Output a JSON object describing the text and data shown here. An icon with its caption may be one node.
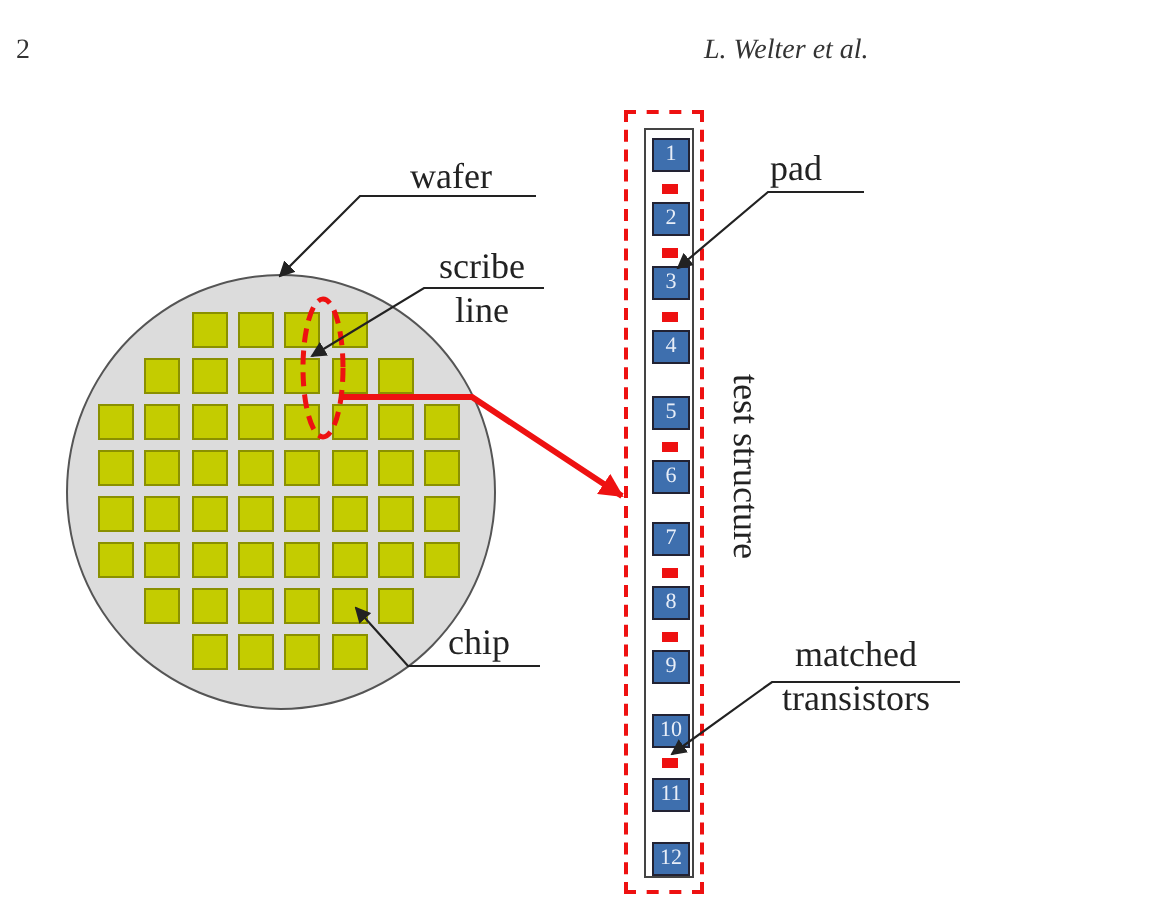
{
  "diagram": {
    "nodes": [
      {
        "text": [
          "wafer"
        ]
      },
      {
        "text": [],
        "shape": "circle"
      },
      {
        "text": [
          "scribe line"
        ]
      },
      {
        "text": [],
        "shape": "ellipse",
        "in": 1
      },
      {
        "text": [
          "chip"
        ]
      },
      {
        "text": [],
        "shape": "box",
        "in": 1
      },
      {
        "text": [],
        "shape": "box",
        "in": 1
      },
      {
        "text": [],
        "shape": "box",
        "in": 1
      },
      {
        "text": [],
        "shape": "box",
        "in": 1
      },
      {
        "text": [],
        "shape": "box",
        "in": 1
      },
      {
        "text": [],
        "shape": "box",
        "in": 1
      },
      {
        "text": [],
        "shape": "box",
        "in": 1
      },
      {
        "text": [],
        "shape": "box",
        "in": 1
      },
      {
        "text": [],
        "shape": "box",
        "in": 1
      },
      {
        "text": [],
        "shape": "box",
        "in": 1
      },
      {
        "text": [],
        "shape": "box",
        "in": 1
      },
      {
        "text": [],
        "shape": "box",
        "in": 1
      },
      {
        "text": [],
        "shape": "box",
        "in": 1
      },
      {
        "text": [],
        "shape": "box",
        "in": 1
      },
      {
        "text": [],
        "shape": "box",
        "in": 1
      },
      {
        "text": [],
        "shape": "box",
        "in": 1
      },
      {
        "text": [],
        "shape": "box",
        "in": 1
      },
      {
        "text": [],
        "shape": "box",
        "in": 1
      },
      {
        "text": [],
        "shape": "box",
        "in": 1
      },
      {
        "text": [],
        "shape": "box",
        "in": 1
      },
      {
        "text": [],
        "shape": "box",
        "in": 1
      },
      {
        "text": [],
        "shape": "box",
        "in": 1
      },
      {
        "text": [],
        "shape": "box",
        "in": 1
      },
      {
        "text": [],
        "shape": "box",
        "in": 1
      },
      {
        "text": [],
        "shape": "box",
        "in": 1
      },
      {
        "text": [],
        "shape": "box",
        "in": 1
      },
      {
        "text": [],
        "shape": "box",
        "in": 1
      },
      {
        "text": [],
        "shape": "box",
        "in": 1
      },
      {
        "text": [],
        "shape": "box",
        "in": 1
      },
      {
        "text": [],
        "shape": "box",
        "in": 1
      },
      {
        "text": [],
        "shape": "box",
        "in": 1
      },
      {
        "text": [],
        "shape": "box",
        "in": 1
      },
      {
        "text": [],
        "shape": "box",
        "in": 1
      },
      {
        "text": [],
        "shape": "box",
        "in": 1
      },
      {
        "text": [],
        "shape": "box",
        "in": 1
      },
      {
        "text": [],
        "shape": "box",
        "in": 1
      },
      {
        "text": [],
        "shape": "box",
        "in": 1
      },
      {
        "text": [],
        "shape": "box",
        "in": 1
      },
      {
        "text": [],
        "shape": "box",
        "in": 1
      },
      {
        "text": [],
        "shape": "box",
        "in": 1
      },
      {
        "text": [],
        "shape": "box",
        "in": 1
      },
      {
        "text": [],
        "shape": "box",
        "in": 1
      },
      {
        "text": [],
        "shape": "box",
        "in": 1
      },
      {
        "text": [],
        "shape": "box",
        "in": 1
      },
      {
        "text": [],
        "shape": "box",
        "in": 1
      },
      {
        "text": [],
        "shape": "box",
        "in": 1
      },
      {
        "text": [],
        "shape": "box",
        "in": 1
      },
      {
        "text": [],
        "shape": "box",
        "in": 1
      },
      {
        "text": [],
        "shape": "box",
        "in": 1
      },
      {
        "text": [],
        "shape": "box",
        "in": 1
      },
      {
        "text": [],
        "shape": "box",
        "in": 1
      },
      {
        "text": [],
        "shape": "box",
        "in": 1
      },
      {
        "text": [
          "test structure"
        ]
      },
      {
        "text": [],
        "shape": "box",
        "in": 57
      },
      {
        "text": [
          "1"
        ],
        "in": 58
      },
      {
        "text": [
          "2"
        ],
        "in": 58
      },
      {
        "text": [
          "3"
        ],
        "in": 58
      },
      {
        "text": [
          "4"
        ],
        "in": 58
      },
      {
        "text": [
          "5"
        ],
        "in": 58
      },
      {
        "text": [
          "6"
        ],
        "in": 58
      },
      {
        "text": [
          "7"
        ],
        "in": 58
      },
      {
        "text": [
          "8"
        ],
        "in": 58
      },
      {
        "text": [
          "9"
        ],
        "in": 58
      },
      {
        "text": [
          "10"
        ],
        "in": 58
      },
      {
        "text": [
          "11"
        ],
        "in": 58
      },
      {
        "text": [
          "12"
        ],
        "in": 58
      },
      {
        "text": [
          "pad"
        ]
      },
      {
        "text": [
          "matched transistors"
        ]
      },
      {
        "text": [],
        "shape": "bar",
        "in": 58
      }
    ],
    "edges": [
      {
        "from": 0,
        "to": 1,
        "arrow": "to"
      },
      {
        "from": 2,
        "to": 3,
        "arrow": "to"
      },
      {
        "from": 4,
        "to": 51,
        "arrow": "to"
      },
      {
        "from": 3,
        "to": 57,
        "arrow": "to",
        "style": "thick",
        "color": "#ee1111"
      },
      {
        "from": 71,
        "to": 61,
        "arrow": "to"
      },
      {
        "from": 72,
        "to": 73,
        "arrow": "to"
      }
    ],
    "labels": [
      "2",
      "L. Welter et al."
    ]
  }
}
